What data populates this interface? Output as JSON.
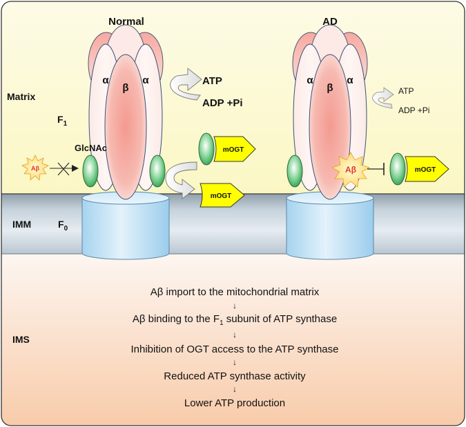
{
  "panels": {
    "normal": {
      "title": "Normal"
    },
    "ad": {
      "title": "AD"
    }
  },
  "compartments": {
    "matrix": "Matrix",
    "imm": "IMM",
    "ims": "IMS"
  },
  "subunits": {
    "f1": "F",
    "f1_sub": "1",
    "f0": "F",
    "f0_sub": "0",
    "alpha": "α",
    "beta": "β",
    "glcnac": "GlcNAc"
  },
  "reaction_normal": {
    "product": "ATP",
    "substrate": "ADP +Pi"
  },
  "reaction_ad": {
    "product": "ATP",
    "substrate": "ADP +Pi"
  },
  "enzyme": "mOGT",
  "abeta": "Aβ",
  "pathway": {
    "step1": "Aβ import to the mitochondrial matrix",
    "step2_pre": "Aβ binding to the F",
    "step2_sub": "1",
    "step2_post": " subunit of ATP synthase",
    "step3": "Inhibition of OGT access to the ATP synthase",
    "step4": "Reduced ATP synthase activity",
    "step5": "Lower ATP production",
    "arrow": "↓"
  },
  "colors": {
    "enzyme_fill": "#ffff00",
    "abeta_fill": "#ffe79a",
    "abeta_text": "#e2381c",
    "glcnac_fill": "#4fbb6c",
    "membrane": "#bccbd6"
  }
}
